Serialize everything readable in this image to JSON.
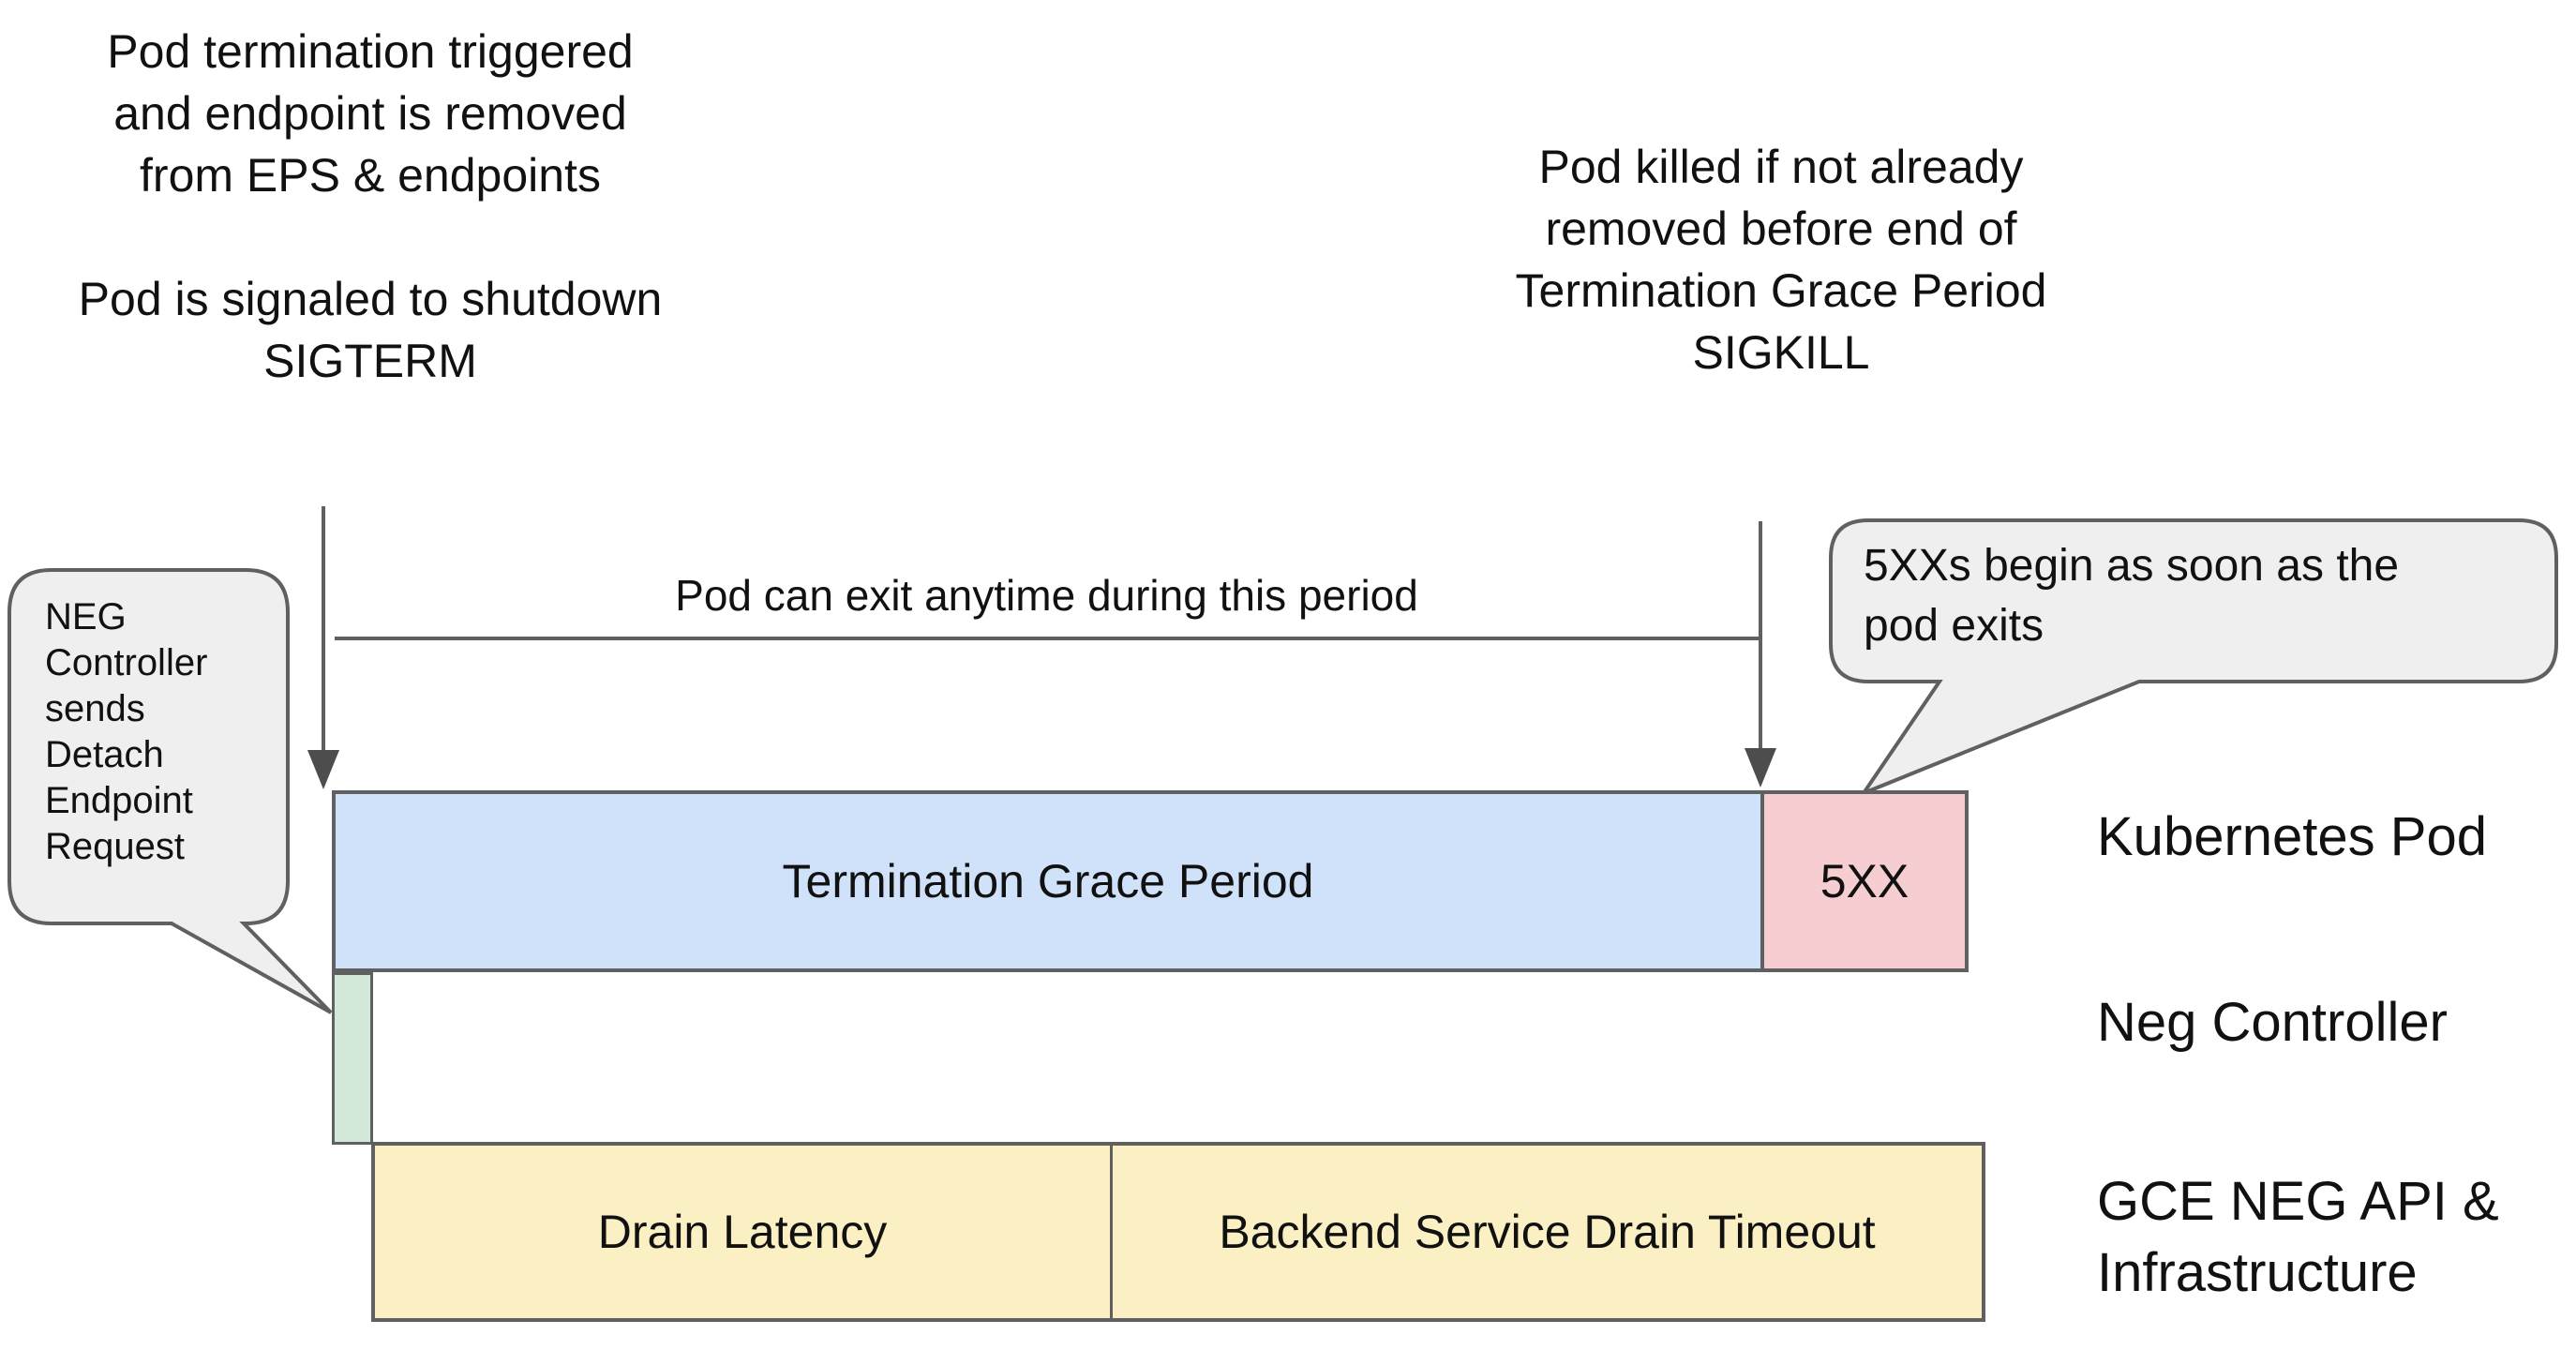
{
  "annotations": {
    "termination_note": {
      "lines": [
        "Pod termination triggered",
        "and endpoint is removed",
        "from EPS & endpoints"
      ]
    },
    "sigterm_note": {
      "lines": [
        "Pod is signaled to shutdown",
        "SIGTERM"
      ]
    },
    "sigkill_note": {
      "lines": [
        "Pod killed if not already",
        "removed before end of",
        "Termination Grace Period",
        "SIGKILL"
      ]
    },
    "exit_period_label": "Pod can exit anytime during this period"
  },
  "bubbles": {
    "neg_controller": {
      "lines": [
        "NEG",
        "Controller",
        "sends",
        "Detach",
        "Endpoint",
        "Request"
      ]
    },
    "five_xx": {
      "lines": [
        "5XXs begin as soon as the",
        "pod exits"
      ]
    }
  },
  "timeline": {
    "kubernetes_row": {
      "grace_period_label": "Termination Grace Period",
      "five_xx_label": "5XX"
    },
    "gce_row": {
      "drain_latency_label": "Drain Latency",
      "backend_drain_label": "Backend Service Drain Timeout"
    }
  },
  "row_labels": {
    "kubernetes_pod": "Kubernetes Pod",
    "neg_controller": "Neg Controller",
    "gce_line1": "GCE NEG API &",
    "gce_line2": "Infrastructure"
  },
  "colors": {
    "grace_blue": "#d0e1fa",
    "error_pink": "#f6cdd0",
    "detach_green": "#d2e8d8",
    "drain_yellow": "#fbefc4",
    "bubble_gray": "#efefef",
    "outline_gray": "#606060"
  }
}
